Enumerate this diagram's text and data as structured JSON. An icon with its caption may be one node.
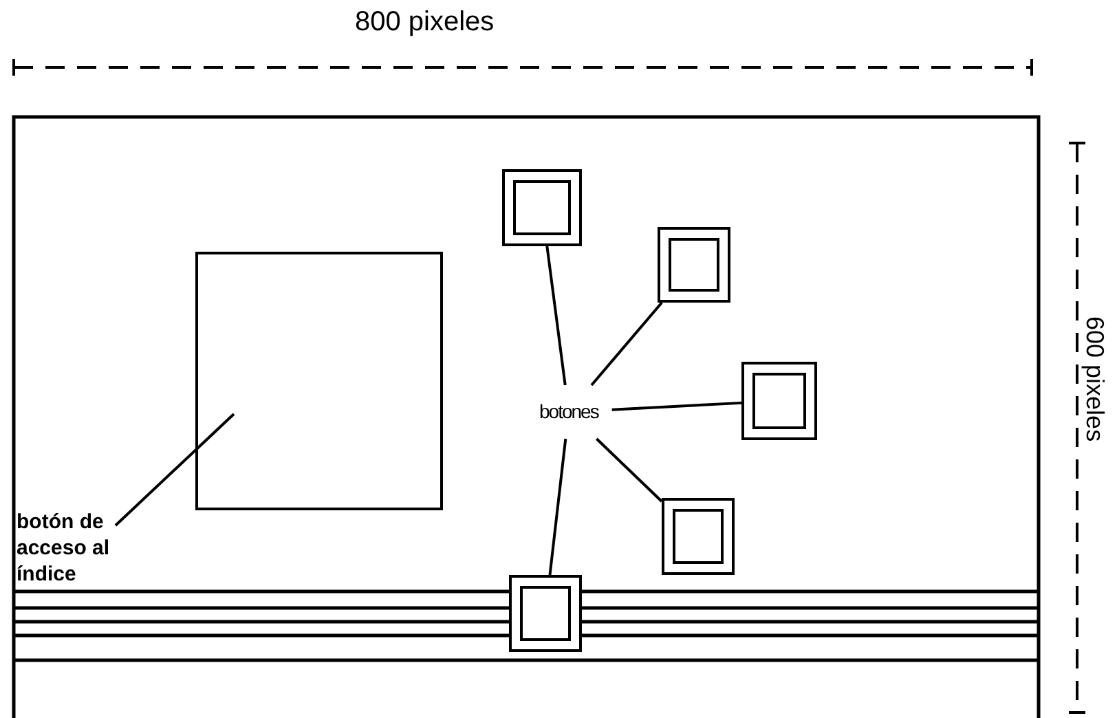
{
  "diagram": {
    "nodes": [
      {
        "text": [],
        "shape": "box"
      },
      {
        "text": [
          "botón de acceso al índice"
        ]
      },
      {
        "text": [
          "botones"
        ]
      },
      {
        "text": [],
        "shape": "box"
      },
      {
        "text": [],
        "shape": "box"
      },
      {
        "text": [],
        "shape": "box"
      },
      {
        "text": [],
        "shape": "box"
      },
      {
        "text": [],
        "shape": "box"
      }
    ],
    "edges": [
      {
        "from": 1,
        "to": 0,
        "arrow": "none"
      },
      {
        "from": 2,
        "to": 3,
        "arrow": "none"
      },
      {
        "from": 2,
        "to": 4,
        "arrow": "none"
      },
      {
        "from": 2,
        "to": 5,
        "arrow": "none"
      },
      {
        "from": 2,
        "to": 6,
        "arrow": "none"
      },
      {
        "from": 2,
        "to": 7,
        "arrow": "none"
      }
    ],
    "labels": [
      "800 pixeles",
      "600 pixeles"
    ]
  }
}
